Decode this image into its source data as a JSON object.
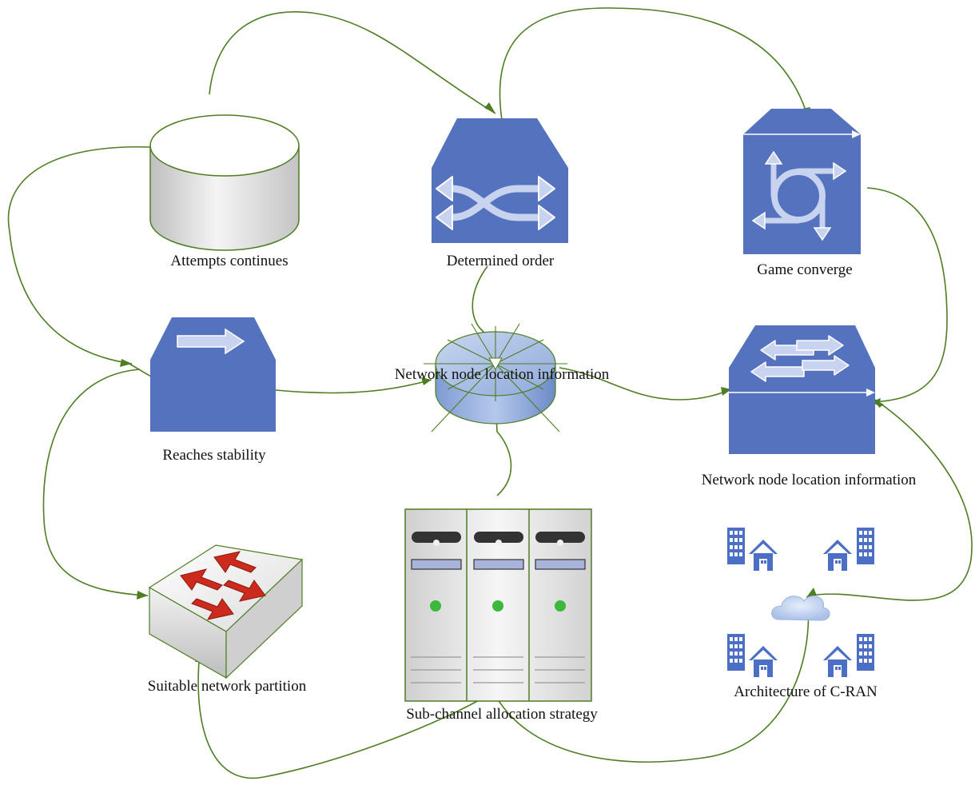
{
  "diagram": {
    "labels": {
      "attempts": "Attempts continues",
      "determined": "Determined order",
      "game": "Game converge",
      "reaches": "Reaches stability",
      "center_node": "Network node location information",
      "right_node": "Network node location information",
      "partition": "Suitable network partition",
      "subchannel": "Sub-channel allocation strategy",
      "cran": "Architecture of C-RAN"
    },
    "colors": {
      "connector": "#4e7d22",
      "device_blue": "#5472bd",
      "arrow_light": "#c8d3ef",
      "router_blue": "#a9c0e6",
      "red_arrow": "#cc2a1c",
      "led_green": "#3cb83a"
    }
  }
}
